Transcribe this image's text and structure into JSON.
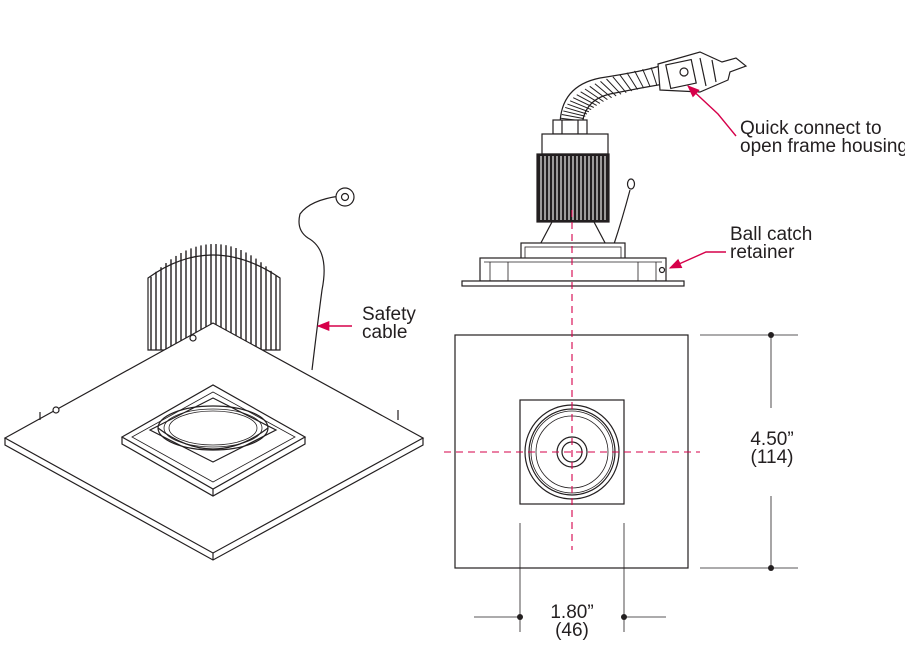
{
  "callouts": {
    "quick_connect_line1": "Quick connect to",
    "quick_connect_line2": "open frame housing",
    "ball_catch_line1": "Ball catch",
    "ball_catch_line2": "retainer",
    "safety_line1": "Safety",
    "safety_line2": "cable"
  },
  "dimensions": {
    "height_value": "4.50”",
    "height_metric": "(114)",
    "width_value": "1.80”",
    "width_metric": "(46)"
  },
  "colors": {
    "line": "#231f20",
    "accent": "#d6004a"
  }
}
